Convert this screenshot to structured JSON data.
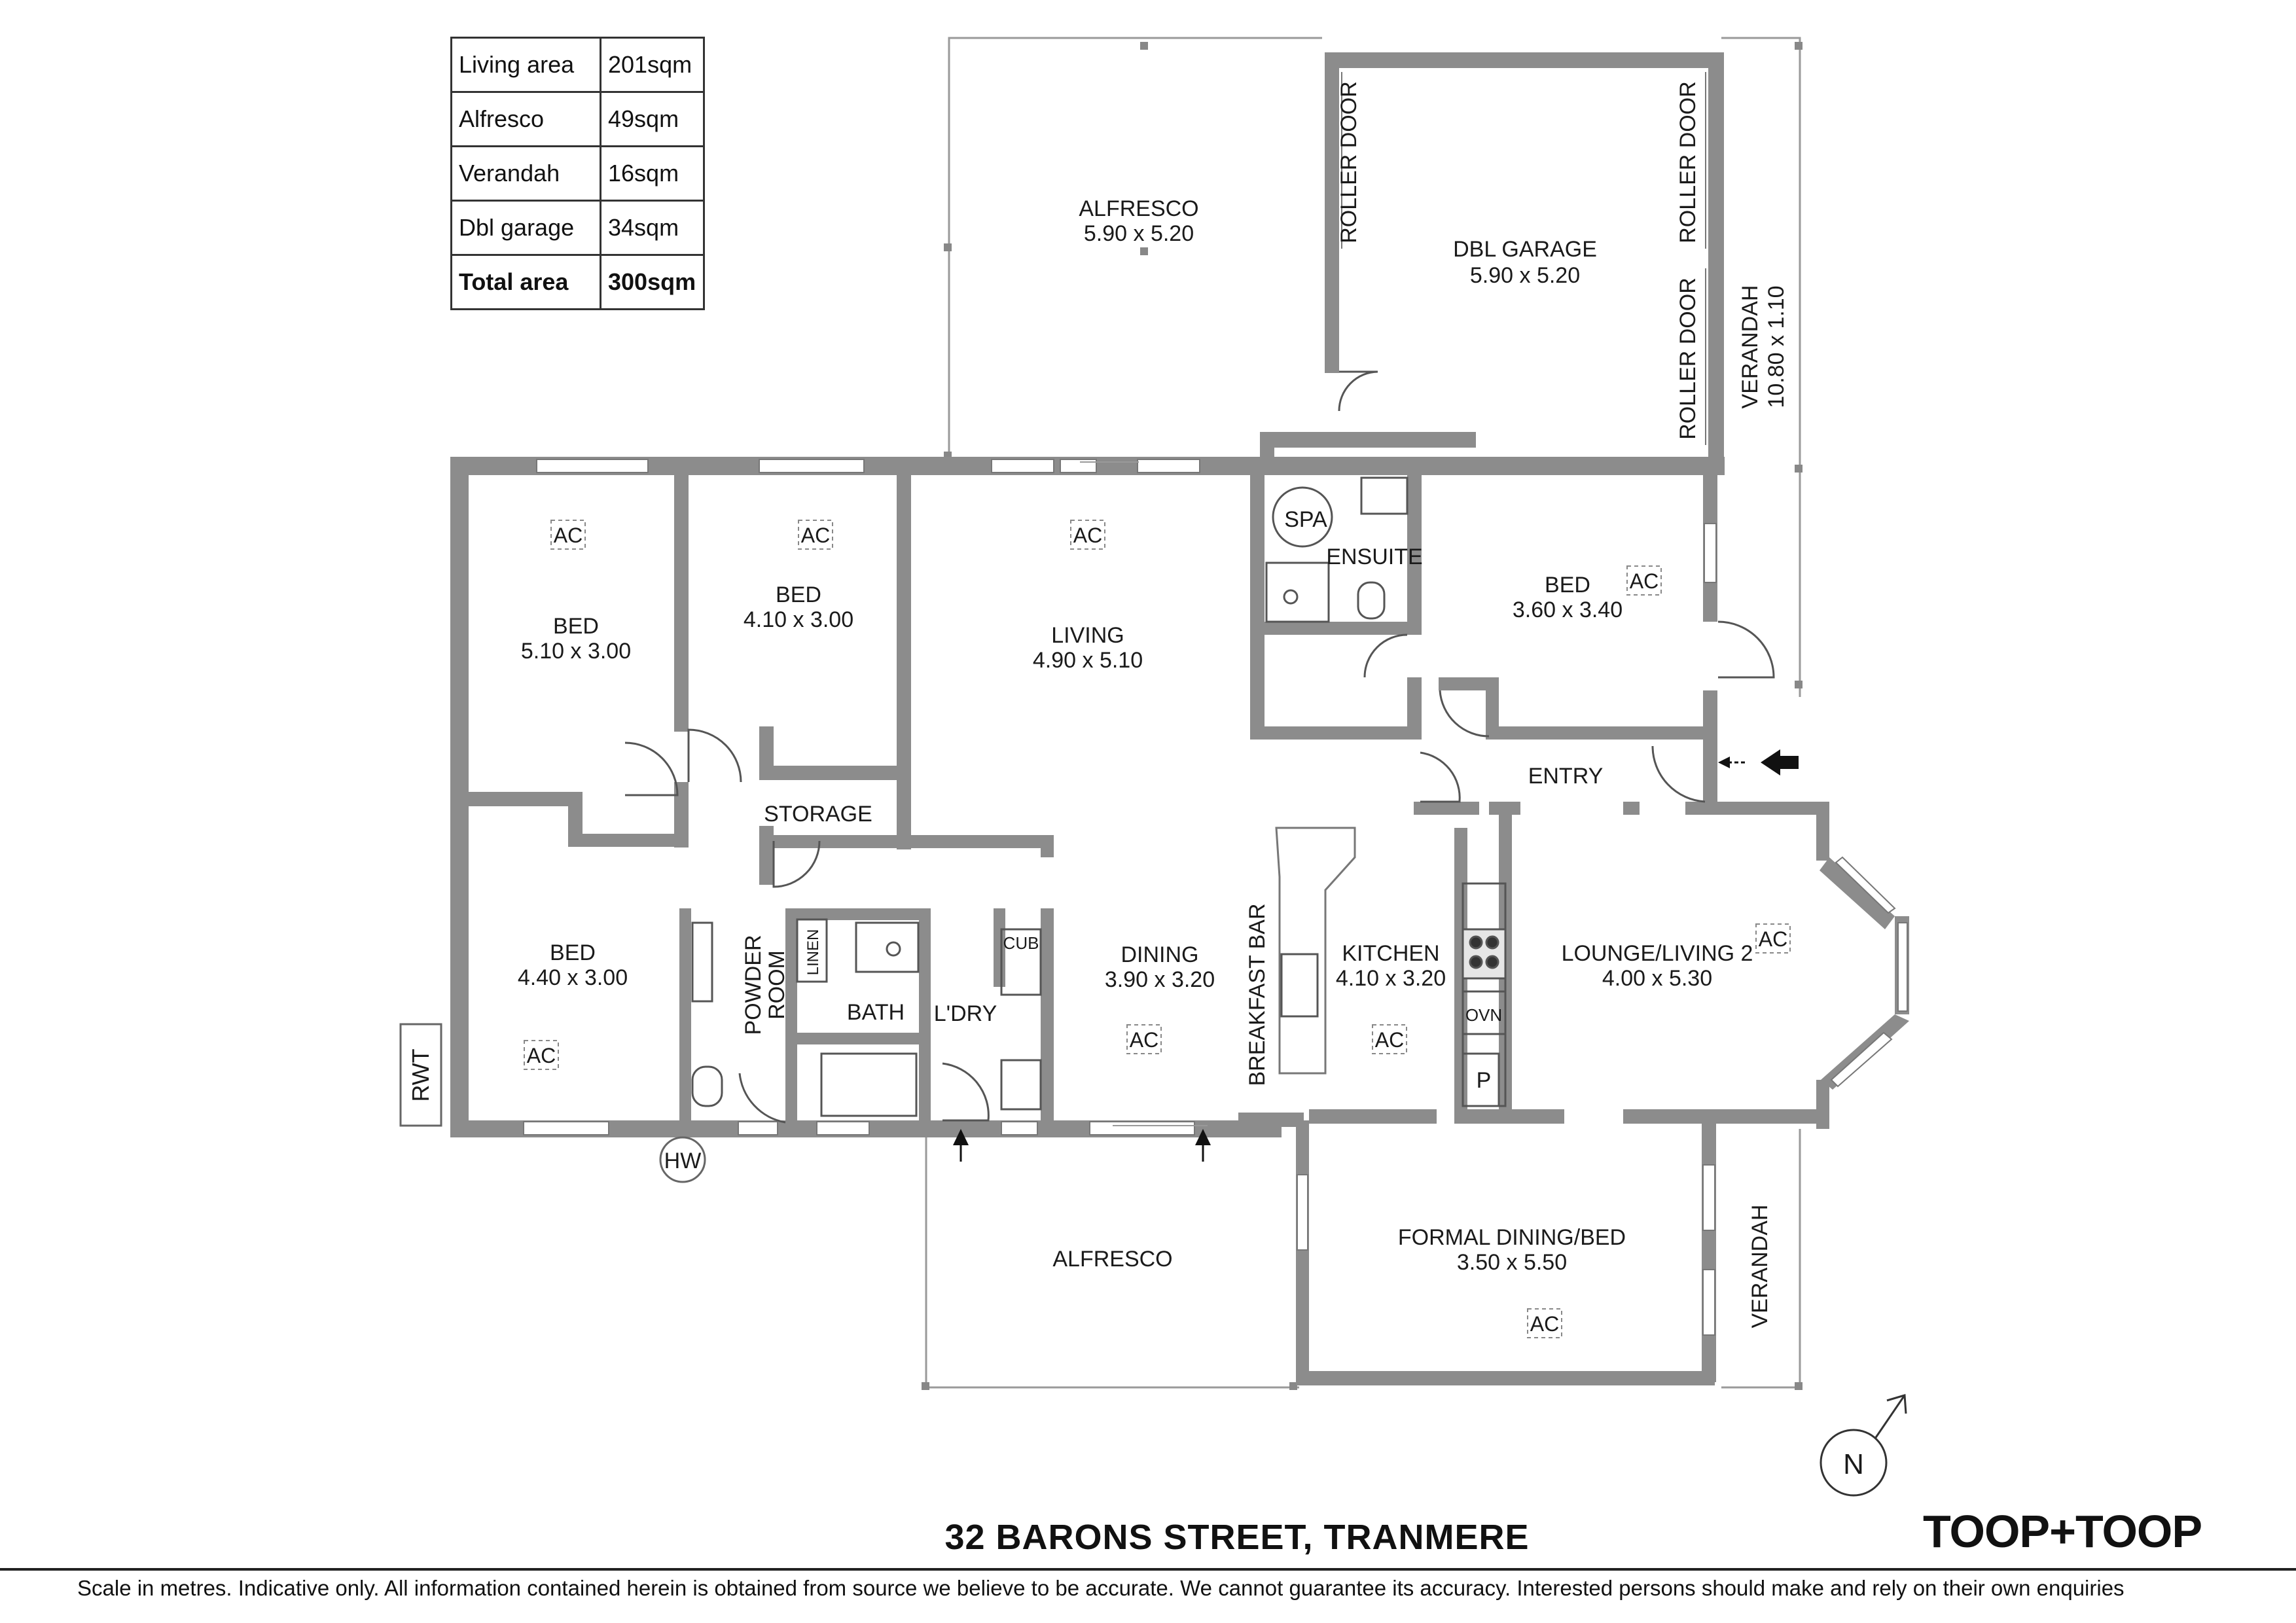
{
  "area_summary": [
    {
      "label": "Living area",
      "value": "201sqm"
    },
    {
      "label": "Alfresco",
      "value": "49sqm"
    },
    {
      "label": "Verandah",
      "value": "16sqm"
    },
    {
      "label": "Dbl garage",
      "value": "34sqm"
    },
    {
      "label": "Total area",
      "value": "300sqm"
    }
  ],
  "rooms": {
    "alfresco_top": {
      "name": "ALFRESCO",
      "size": "5.90 x 5.20"
    },
    "garage": {
      "name": "DBL GARAGE",
      "size": "5.90 x 5.20"
    },
    "verandah_east": {
      "name": "VERANDAH",
      "size": "10.80 x 1.10"
    },
    "bed1": {
      "name": "BED",
      "size": "5.10 x 3.00"
    },
    "bed2": {
      "name": "BED",
      "size": "4.10 x 3.00"
    },
    "living": {
      "name": "LIVING",
      "size": "4.90 x 5.10"
    },
    "ensuite": {
      "name": "ENSUITE"
    },
    "master_bed": {
      "name": "BED",
      "size": "3.60 x 3.40"
    },
    "entry": {
      "name": "ENTRY"
    },
    "storage": {
      "name": "STORAGE"
    },
    "bed3": {
      "name": "BED",
      "size": "4.40 x 3.00"
    },
    "powder": {
      "name": "POWDER",
      "name2": "ROOM"
    },
    "linen": {
      "name": "LINEN"
    },
    "bath": {
      "name": "BATH"
    },
    "laundry": {
      "name": "L'DRY"
    },
    "cub": {
      "name": "CUB"
    },
    "dining": {
      "name": "DINING",
      "size": "3.90 x 3.20"
    },
    "breakfast_bar": {
      "name": "BREAKFAST BAR"
    },
    "kitchen": {
      "name": "KITCHEN",
      "size": "4.10 x 3.20"
    },
    "lounge": {
      "name": "LOUNGE/LIVING 2",
      "size": "4.00 x 5.30"
    },
    "alfresco_bottom": {
      "name": "ALFRESCO"
    },
    "formal": {
      "name": "FORMAL DINING/BED",
      "size": "3.50 x 5.50"
    },
    "verandah_south": {
      "name": "VERANDAH"
    }
  },
  "fixtures": {
    "roller_door": "ROLLER DOOR",
    "ac": "AC",
    "spa": "SPA",
    "oven": "OVN",
    "pantry": "P",
    "rwt": "RWT",
    "hw": "HW",
    "north": "N"
  },
  "icons": [
    "north-compass-icon",
    "entry-arrow-icon"
  ],
  "address": "32 BARONS STREET, TRANMERE",
  "brand": "TOOP+TOOP",
  "disclaimer": "Scale in metres. Indicative only. All information contained herein is obtained from source we believe to be accurate. We cannot guarantee its accuracy. Interested persons should make and rely on their own enquiries"
}
